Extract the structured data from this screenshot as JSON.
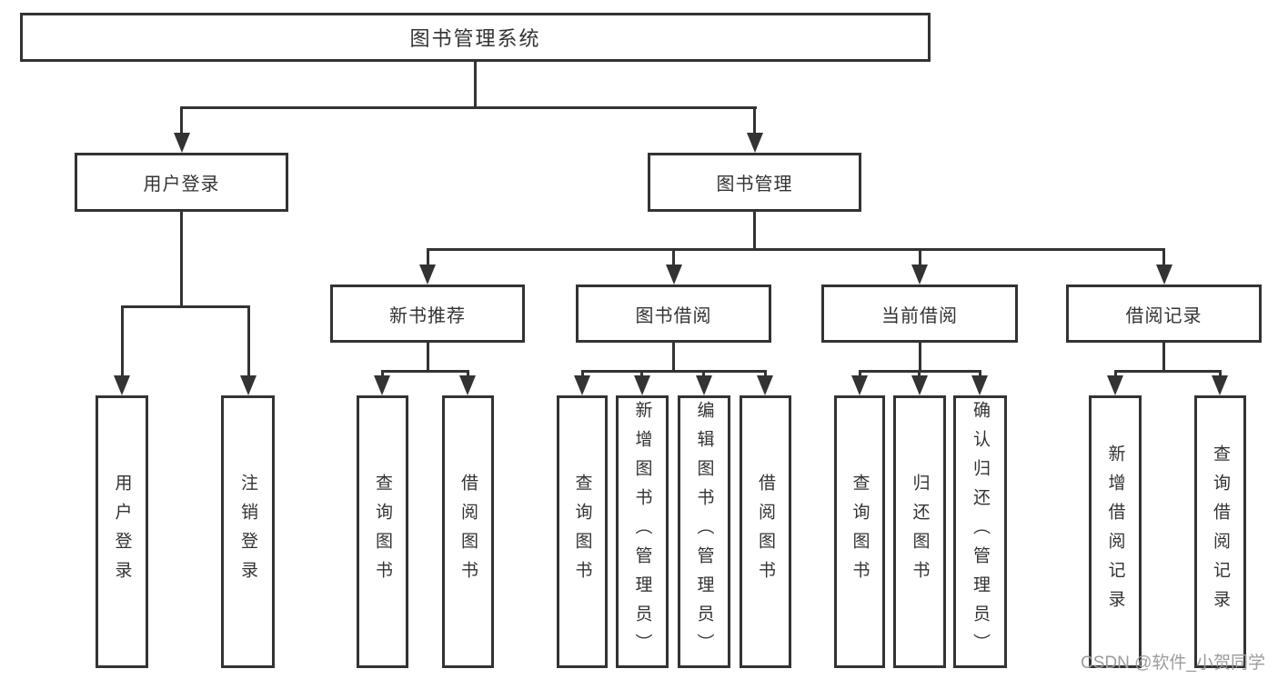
{
  "diagram": {
    "nodes": {
      "root": "图书管理系统",
      "level2": [
        "用户登录",
        "图书管理"
      ],
      "level3": [
        "新书推荐",
        "图书借阅",
        "当前借阅",
        "借阅记录"
      ],
      "leaves": [
        "用户登录",
        "注销登录",
        "查询图书",
        "借阅图书",
        "查询图书",
        "新增图书（管理员）",
        "编辑图书（管理员）",
        "借阅图书",
        "查询图书",
        "归还图书",
        "确认归还（管理员）",
        "新增借阅记录",
        "查询借阅记录"
      ]
    },
    "tree": {
      "图书管理系统": {
        "用户登录": [
          "用户登录",
          "注销登录"
        ],
        "图书管理": {
          "新书推荐": [
            "查询图书",
            "借阅图书"
          ],
          "图书借阅": [
            "查询图书",
            "新增图书（管理员）",
            "编辑图书（管理员）",
            "借阅图书"
          ],
          "当前借阅": [
            "查询图书",
            "归还图书",
            "确认归还（管理员）"
          ],
          "借阅记录": [
            "新增借阅记录",
            "查询借阅记录"
          ]
        }
      }
    },
    "colors": {
      "line": "#333333",
      "text": "#333333",
      "background": "#ffffff",
      "watermark": "#9c9c9c"
    }
  },
  "watermark": {
    "text": "CSDN @软件_小贺同学"
  }
}
